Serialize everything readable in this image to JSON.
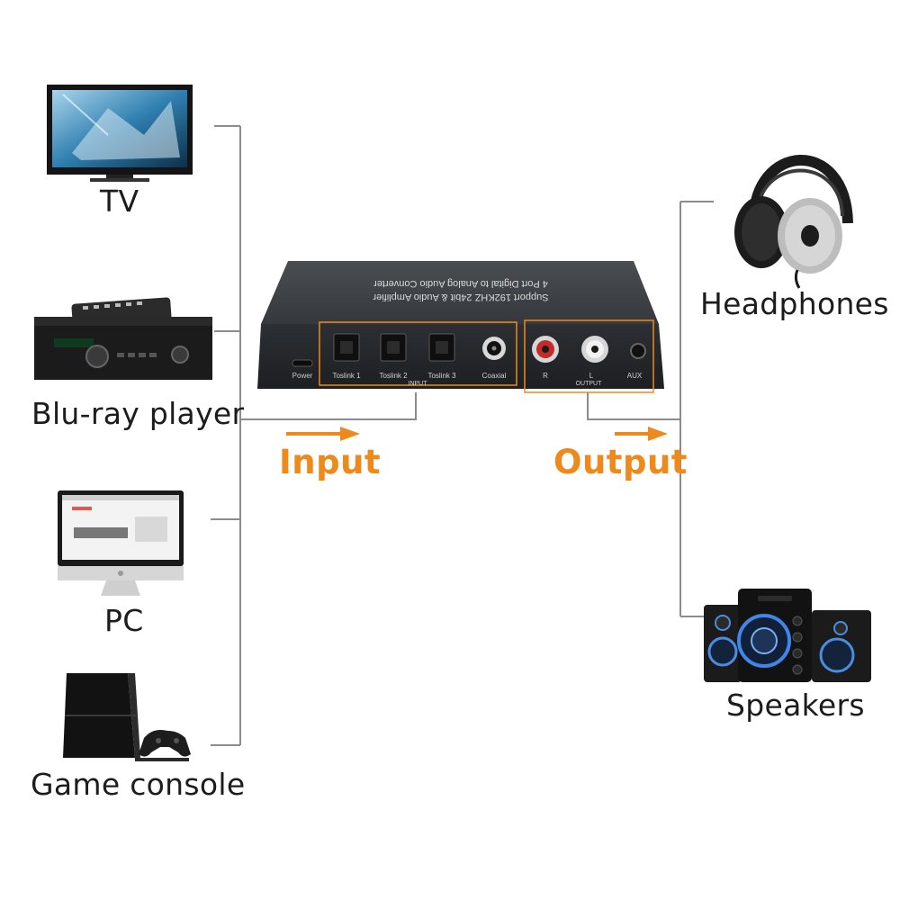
{
  "sources": {
    "tv": {
      "label": "TV"
    },
    "bluray": {
      "label": "Blu-ray player"
    },
    "pc": {
      "label": "PC"
    },
    "console": {
      "label": "Game console"
    }
  },
  "outputs": {
    "headphones": {
      "label": "Headphones"
    },
    "speakers": {
      "label": "Speakers"
    }
  },
  "flow": {
    "input_label": "Input",
    "output_label": "Output"
  },
  "converter": {
    "top_line1": "4 Port Digital to Analog Audio Converter",
    "top_line2": "Support 192KHZ 24bit & Audio Amplifier",
    "power_label": "Power",
    "input_ports": [
      "Toslink 1",
      "Toslink 2",
      "Toslink 3",
      "Coaxial"
    ],
    "input_group_label": "INPUT",
    "output_ports": [
      "R",
      "L",
      "AUX"
    ],
    "output_group_label": "OUTPUT"
  },
  "colors": {
    "accent": "#ee8a1c",
    "line": "#8c8c8c",
    "device_body": "#3c3f44"
  }
}
